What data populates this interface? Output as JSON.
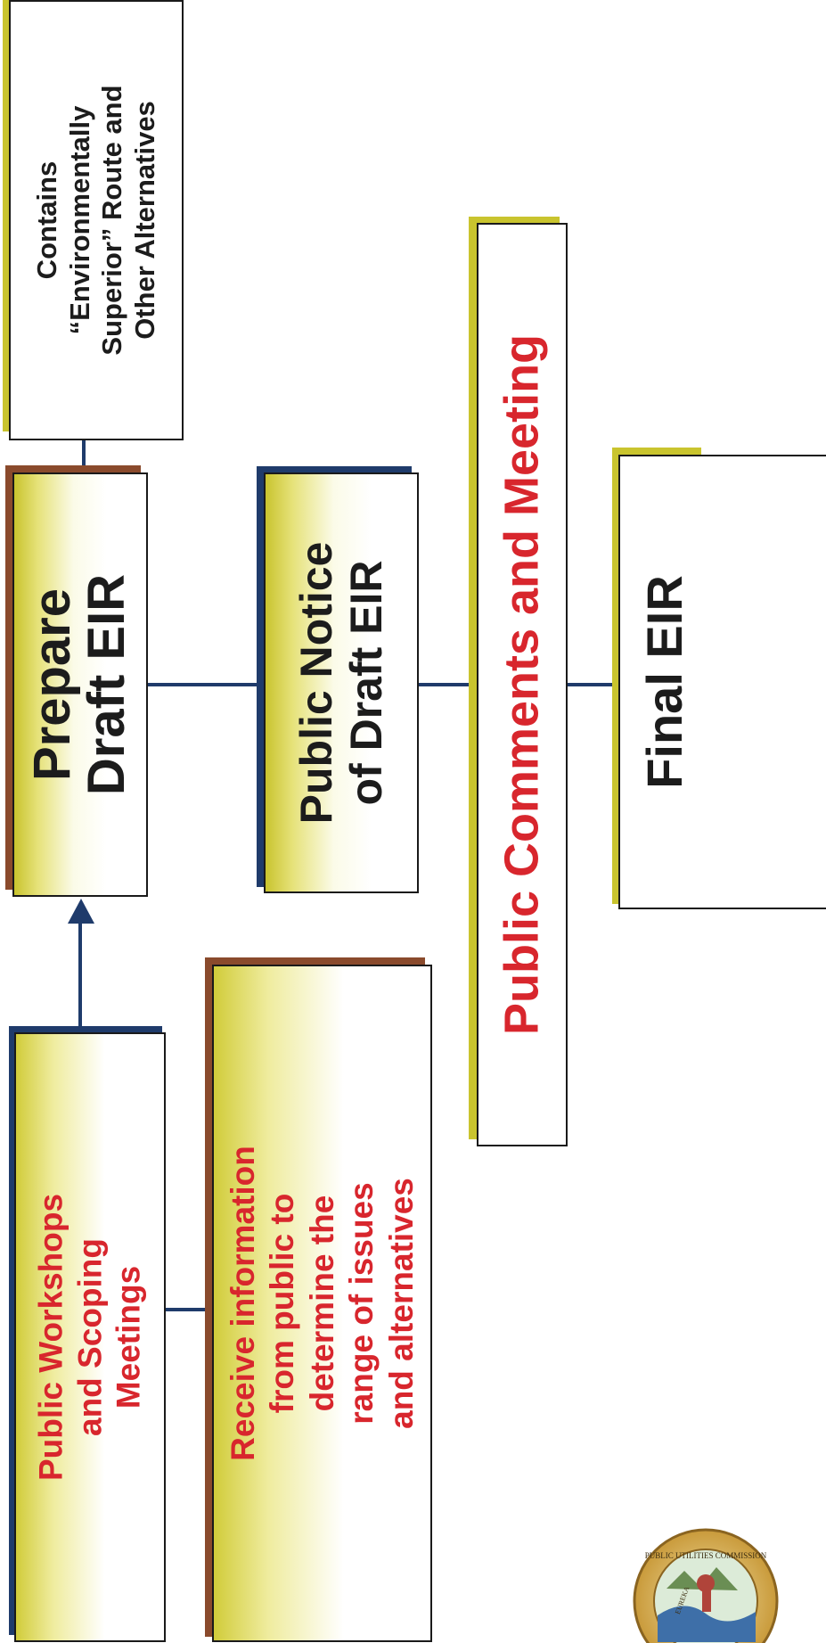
{
  "diagram": {
    "note_box": {
      "lines": [
        "Contains",
        "“Environmentally",
        "Superior” Route and",
        "Other Alternatives"
      ]
    },
    "prepare_box": {
      "lines": [
        "Prepare",
        "Draft EIR"
      ]
    },
    "notice_box": {
      "lines": [
        "Public Notice",
        "of Draft EIR"
      ]
    },
    "comments_box": {
      "lines": [
        "Public Comments and Meeting"
      ]
    },
    "final_box": {
      "lines": [
        "Final EIR"
      ]
    },
    "workshops_box": {
      "lines": [
        "Public Workshops",
        "and Scoping",
        "Meetings"
      ]
    },
    "receive_box": {
      "lines": [
        "Receive information",
        "from public to",
        "determine the",
        "range of issues",
        "and alternatives"
      ]
    }
  },
  "seal": {
    "ring_text": "PUBLIC UTILITIES COMMISSION",
    "center_text": "EUREKA"
  },
  "colors": {
    "connector": "#1f3b6b",
    "label_red": "#d8262d",
    "label_dark": "#1c1c1c",
    "accent_yellow": "#c9c42e",
    "accent_brown": "#8a4a2c",
    "accent_navy": "#1f3b6b"
  }
}
